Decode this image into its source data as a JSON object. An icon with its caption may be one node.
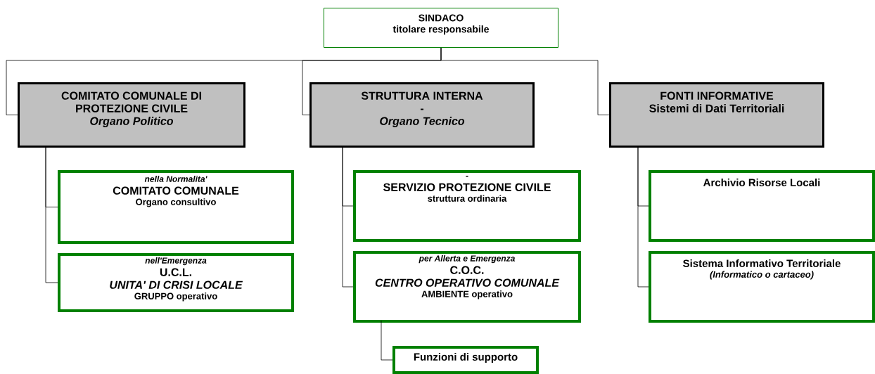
{
  "diagram": {
    "nodes": [
      {
        "text": [
          "SINDACO",
          "titolare responsabile"
        ]
      },
      {
        "text": [
          "COMITATO COMUNALE DI PROTEZIONE CIVILE",
          "Organo Politico"
        ]
      },
      {
        "text": [
          "STRUTTURA INTERNA",
          "-",
          "Organo Tecnico"
        ]
      },
      {
        "text": [
          "FONTI INFORMATIVE",
          "Sistemi di Dati Territoriali"
        ]
      },
      {
        "text": [
          "nella Normalita'",
          "COMITATO COMUNALE",
          "Organo consultivo"
        ]
      },
      {
        "text": [
          "nell'Emergenza",
          "U.C.L.",
          "UNITA' DI CRISI LOCALE",
          "GRUPPO operativo"
        ]
      },
      {
        "text": [
          "-",
          "SERVIZIO PROTEZIONE CIVILE",
          "struttura ordinaria"
        ]
      },
      {
        "text": [
          "per Allerta e Emergenza",
          "C.O.C.",
          "CENTRO OPERATIVO COMUNALE",
          "AMBIENTE operativo"
        ]
      },
      {
        "text": [
          "Funzioni di supporto"
        ]
      },
      {
        "text": [
          "Archivio Risorse Locali"
        ]
      },
      {
        "text": [
          "Sistema Informativo Territoriale",
          "(Informatico o cartaceo)"
        ]
      }
    ],
    "edges": [
      {
        "from": 0,
        "to": 1,
        "arrow": "none"
      },
      {
        "from": 0,
        "to": 2,
        "arrow": "none"
      },
      {
        "from": 0,
        "to": 3,
        "arrow": "none"
      },
      {
        "from": 1,
        "to": 4,
        "arrow": "none"
      },
      {
        "from": 1,
        "to": 5,
        "arrow": "none"
      },
      {
        "from": 2,
        "to": 6,
        "arrow": "none"
      },
      {
        "from": 2,
        "to": 7,
        "arrow": "none"
      },
      {
        "from": 3,
        "to": 9,
        "arrow": "none"
      },
      {
        "from": 3,
        "to": 10,
        "arrow": "none"
      },
      {
        "from": 7,
        "to": 8,
        "arrow": "none"
      }
    ]
  }
}
